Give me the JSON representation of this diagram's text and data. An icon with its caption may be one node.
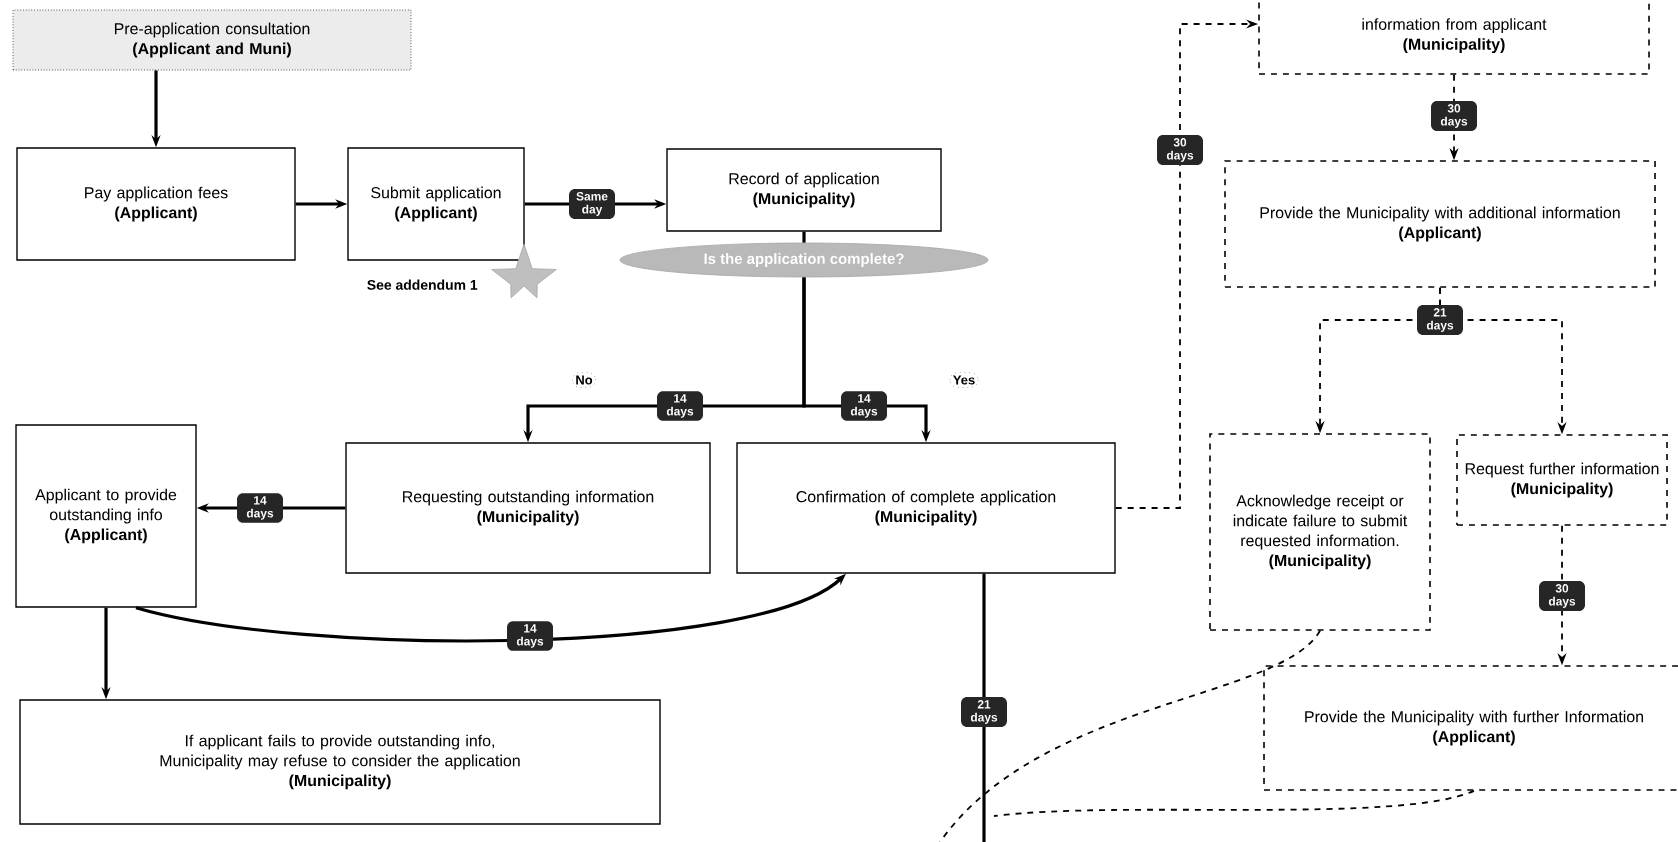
{
  "diagram": {
    "nodes": [
      {
        "text": [
          "Pre-application consultation",
          "(Applicant and Muni)"
        ]
      },
      {
        "text": [
          "Pay application fees",
          "(Applicant)"
        ]
      },
      {
        "text": [
          "Submit application",
          "(Applicant)"
        ],
        "beside": [
          "See addendum 1"
        ]
      },
      {
        "text": [
          "Record of application",
          "(Municipality)"
        ]
      },
      {
        "text": [
          "Is the application complete?"
        ]
      },
      {
        "text": [
          "Requesting outstanding information",
          "(Municipality)"
        ]
      },
      {
        "text": [
          "Confirmation of complete application",
          "(Municipality)"
        ]
      },
      {
        "text": [
          "Applicant to provide outstanding info",
          "(Applicant)"
        ]
      },
      {
        "text": [
          "If applicant fails to provide outstanding info, Municipality may refuse to consider the application",
          "(Municipality)"
        ]
      },
      {
        "text": [
          "information from applicant",
          "(Municipality)"
        ]
      },
      {
        "text": [
          "Provide the Municipality with additional information",
          "(Applicant)"
        ]
      },
      {
        "text": [
          "Acknowledge receipt or indicate failure to submit requested information.",
          "(Municipality)"
        ]
      },
      {
        "text": [
          "Request further information",
          "(Municipality)"
        ]
      },
      {
        "text": [
          "Provide the Municipality with further Information",
          "(Applicant)"
        ]
      }
    ],
    "edges": [
      {
        "from": 0,
        "to": 1,
        "arrow": "to"
      },
      {
        "from": 1,
        "to": 2,
        "arrow": "to"
      },
      {
        "from": 2,
        "to": 3,
        "arrow": "to",
        "label": "Same day"
      },
      {
        "from": 3,
        "to": 4,
        "arrow": "none"
      },
      {
        "from": 4,
        "to": 5,
        "arrow": "to",
        "label": "14 days"
      },
      {
        "from": 4,
        "to": 6,
        "arrow": "to",
        "label": "14 days"
      },
      {
        "from": 5,
        "to": 7,
        "arrow": "to",
        "label": "14 days"
      },
      {
        "from": 7,
        "to": 8,
        "arrow": "to"
      },
      {
        "from": 7,
        "to": 6,
        "arrow": "to",
        "label": "14 days"
      },
      {
        "from": 6,
        "to": 9,
        "arrow": "to",
        "label": "30 days",
        "style": "dashed"
      },
      {
        "from": 9,
        "to": 10,
        "arrow": "to",
        "label": "30 days",
        "style": "dashed"
      },
      {
        "from": 10,
        "to": 11,
        "arrow": "to",
        "label": "21 days",
        "style": "dashed"
      },
      {
        "from": 10,
        "to": 12,
        "arrow": "to",
        "style": "dashed"
      },
      {
        "from": 12,
        "to": 13,
        "arrow": "to",
        "label": "30 days",
        "style": "dashed"
      },
      {
        "from": 6,
        "to": null,
        "arrow": "none",
        "label": "21 days"
      },
      {
        "from": 11,
        "to": null,
        "arrow": "none",
        "style": "dashed"
      },
      {
        "from": 13,
        "to": null,
        "arrow": "none",
        "style": "dashed"
      }
    ],
    "labels": [
      "No",
      "Yes"
    ]
  }
}
